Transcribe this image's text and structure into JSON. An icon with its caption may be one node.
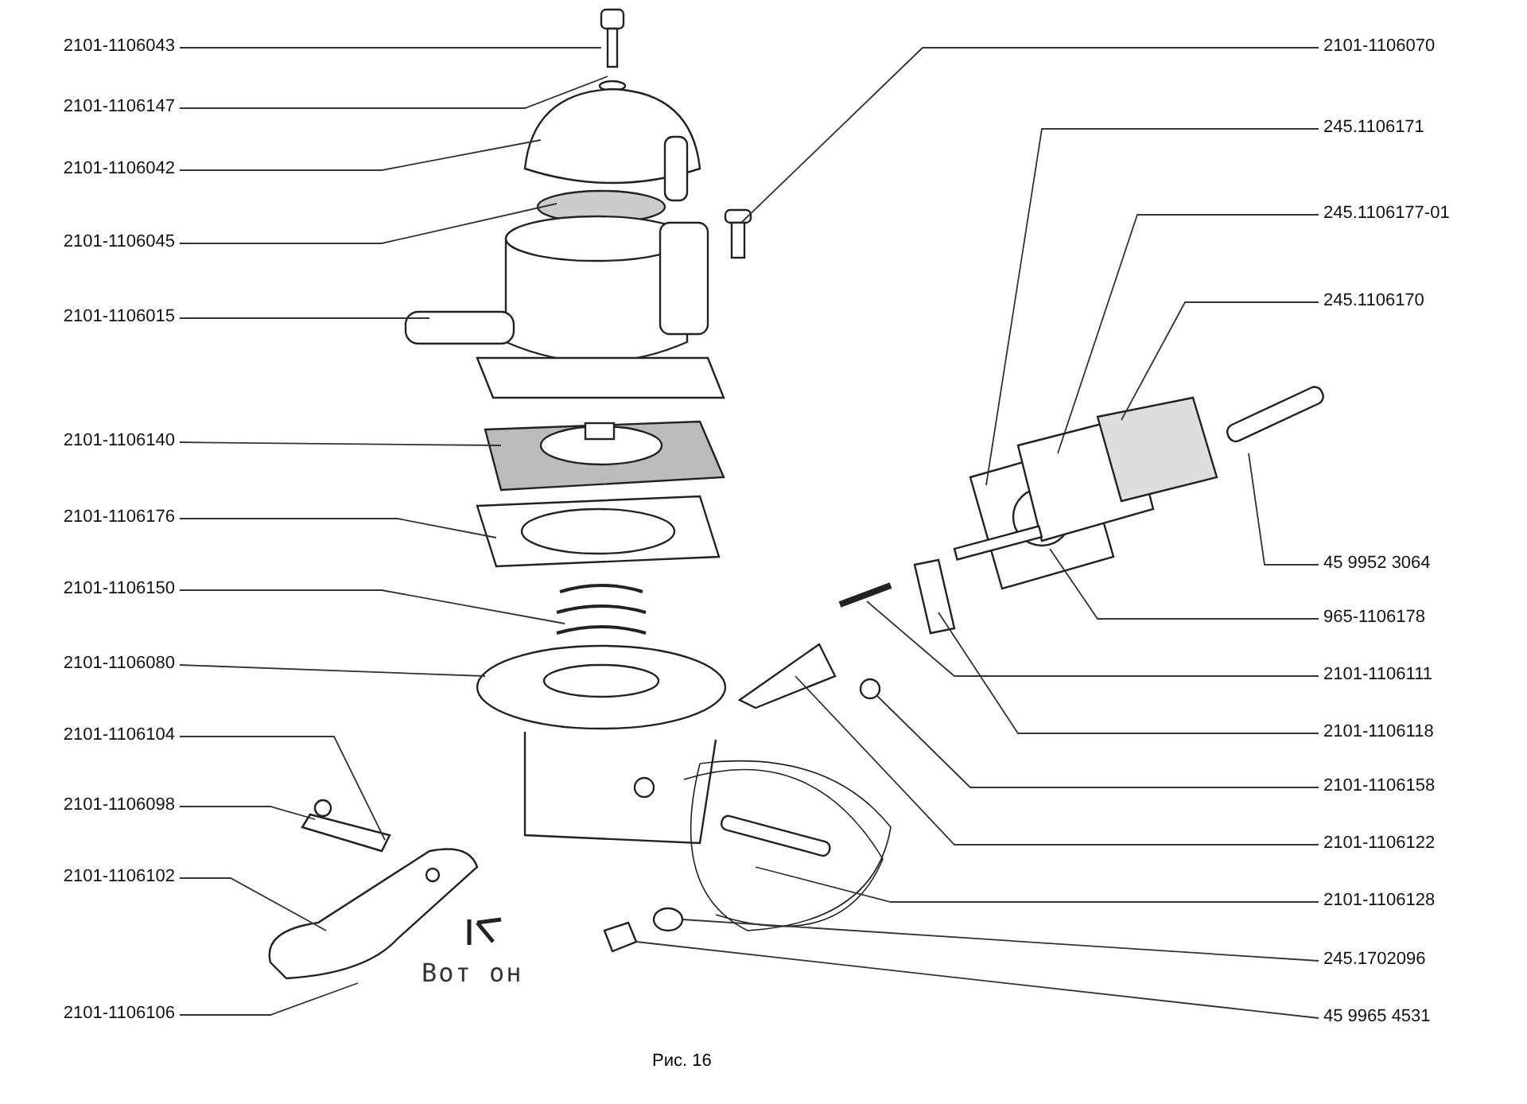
{
  "diagram": {
    "caption": "Рис. 16",
    "nodes": [
      {
        "text": [
          "2101-1106043"
        ]
      },
      {
        "text": [
          "2101-1106147"
        ]
      },
      {
        "text": [
          "2101-1106042"
        ]
      },
      {
        "text": [
          "2101-1106045"
        ]
      },
      {
        "text": [
          "2101-1106015"
        ]
      },
      {
        "text": [
          "2101-1106140"
        ]
      },
      {
        "text": [
          "2101-1106176"
        ]
      },
      {
        "text": [
          "2101-1106150"
        ]
      },
      {
        "text": [
          "2101-1106080"
        ]
      },
      {
        "text": [
          "2101-1106104"
        ]
      },
      {
        "text": [
          "2101-1106098"
        ]
      },
      {
        "text": [
          "2101-1106102"
        ]
      },
      {
        "text": [
          "2101-1106106"
        ]
      },
      {
        "text": [
          "2101-1106070"
        ]
      },
      {
        "text": [
          "245.1106171"
        ]
      },
      {
        "text": [
          "245.1106177-01"
        ]
      },
      {
        "text": [
          "245.1106170"
        ]
      },
      {
        "text": [
          "45 9952 3064"
        ]
      },
      {
        "text": [
          "965-1106178"
        ]
      },
      {
        "text": [
          "2101-1106111"
        ]
      },
      {
        "text": [
          "2101-1106118"
        ]
      },
      {
        "text": [
          "2101-1106158"
        ]
      },
      {
        "text": [
          "2101-1106122"
        ]
      },
      {
        "text": [
          "2101-1106128"
        ]
      },
      {
        "text": [
          "245.1702096"
        ]
      },
      {
        "text": [
          "45 9965 4531"
        ]
      }
    ],
    "edges": [
      {
        "from": 0,
        "to": null,
        "arrow": "none"
      },
      {
        "from": 1,
        "to": null,
        "arrow": "none"
      },
      {
        "from": 2,
        "to": null,
        "arrow": "none"
      },
      {
        "from": 3,
        "to": null,
        "arrow": "none"
      },
      {
        "from": 4,
        "to": null,
        "arrow": "none"
      },
      {
        "from": 5,
        "to": null,
        "arrow": "none"
      },
      {
        "from": 6,
        "to": null,
        "arrow": "none"
      },
      {
        "from": 7,
        "to": null,
        "arrow": "none"
      },
      {
        "from": 8,
        "to": null,
        "arrow": "none"
      },
      {
        "from": 9,
        "to": null,
        "arrow": "none"
      },
      {
        "from": 10,
        "to": null,
        "arrow": "none"
      },
      {
        "from": 11,
        "to": null,
        "arrow": "none"
      },
      {
        "from": 12,
        "to": null,
        "arrow": "none"
      },
      {
        "from": 13,
        "to": null,
        "arrow": "none"
      },
      {
        "from": 14,
        "to": null,
        "arrow": "none"
      },
      {
        "from": 15,
        "to": null,
        "arrow": "none"
      },
      {
        "from": 16,
        "to": null,
        "arrow": "none"
      },
      {
        "from": 17,
        "to": null,
        "arrow": "none"
      },
      {
        "from": 18,
        "to": null,
        "arrow": "none"
      },
      {
        "from": 19,
        "to": null,
        "arrow": "none"
      },
      {
        "from": 20,
        "to": null,
        "arrow": "none"
      },
      {
        "from": 21,
        "to": null,
        "arrow": "none"
      },
      {
        "from": 22,
        "to": null,
        "arrow": "none"
      },
      {
        "from": 23,
        "to": null,
        "arrow": "none"
      },
      {
        "from": 24,
        "to": null,
        "arrow": "none"
      },
      {
        "from": 25,
        "to": null,
        "arrow": "none"
      }
    ],
    "labels": [
      "Вот он"
    ]
  }
}
